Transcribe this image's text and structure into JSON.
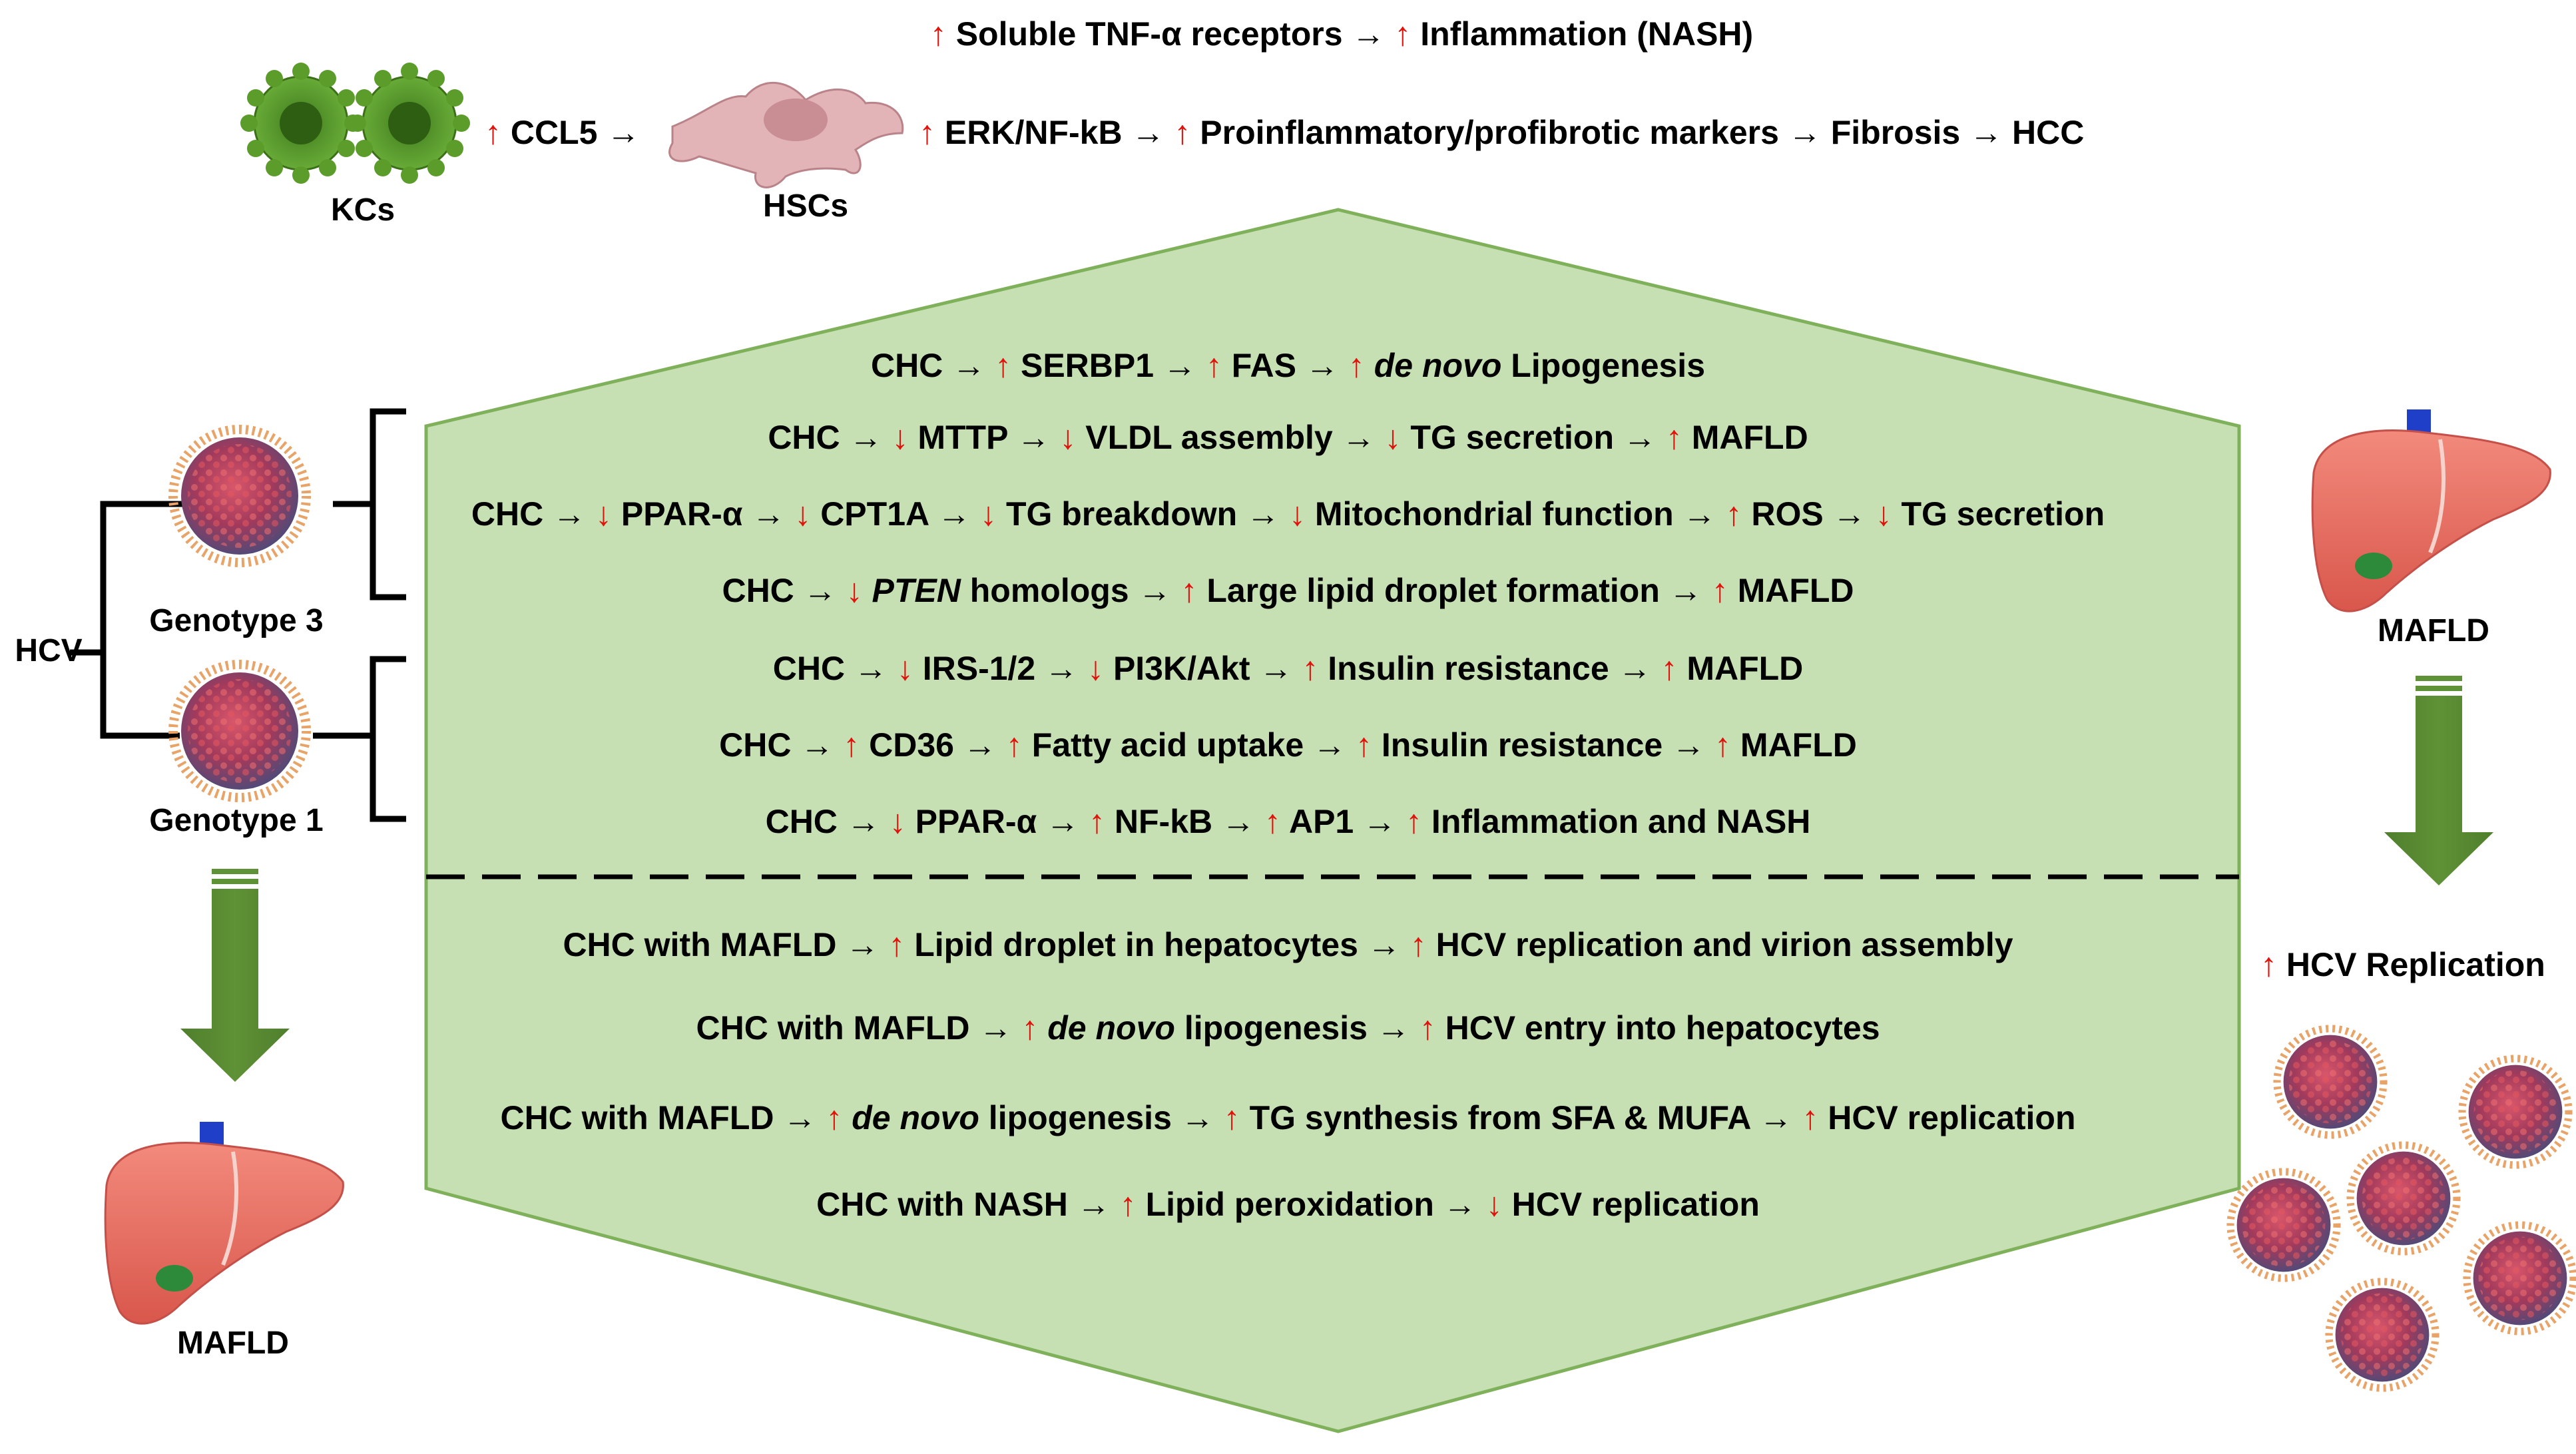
{
  "symbols": {
    "up": "↑",
    "down": "↓",
    "arrow": "→"
  },
  "colors": {
    "hexagon_fill": "#c6e0b4",
    "hexagon_stroke": "#7fb05a",
    "red_arrow": "#e0120c",
    "green_arrow": "#548235",
    "cell_green": "#5b9c2a",
    "hsc_pink": "#e2b4b8",
    "liver": "#e87467"
  },
  "icons": [
    "kupffer-cell-icon",
    "stellate-cell-icon",
    "virus-icon",
    "liver-icon",
    "down-arrow-icon"
  ],
  "top": {
    "row1": [
      {
        "t": "up",
        "v": "↑"
      },
      {
        "t": "text",
        "v": " Soluble TNF-α receptors "
      },
      {
        "t": "arrow",
        "v": "→"
      },
      {
        "t": "text",
        "v": " "
      },
      {
        "t": "up",
        "v": "↑"
      },
      {
        "t": "text",
        "v": " Inflammation (NASH)"
      }
    ],
    "ccl5": [
      {
        "t": "up",
        "v": "↑"
      },
      {
        "t": "text",
        "v": " CCL5 "
      },
      {
        "t": "arrow",
        "v": "→"
      }
    ],
    "row2": [
      {
        "t": "up",
        "v": "↑"
      },
      {
        "t": "text",
        "v": " ERK/NF-kB "
      },
      {
        "t": "arrow",
        "v": "→"
      },
      {
        "t": "text",
        "v": " "
      },
      {
        "t": "up",
        "v": "↑"
      },
      {
        "t": "text",
        "v": " Proinflammatory/profibrotic markers "
      },
      {
        "t": "arrow",
        "v": "→"
      },
      {
        "t": "text",
        "v": " Fibrosis "
      },
      {
        "t": "arrow",
        "v": "→"
      },
      {
        "t": "text",
        "v": " HCC"
      }
    ],
    "kcs_label": "KCs",
    "hscs_label": "HSCs"
  },
  "left": {
    "hcv_label": "HCV",
    "genotype3_label": "Genotype 3",
    "genotype1_label": "Genotype 1",
    "mafld_label": "MAFLD"
  },
  "right": {
    "mafld_label": "MAFLD",
    "replication": [
      {
        "t": "up",
        "v": "↑"
      },
      {
        "t": "text",
        "v": " HCV Replication"
      }
    ]
  },
  "hexagon": {
    "upper": [
      [
        {
          "t": "text",
          "v": "CHC "
        },
        {
          "t": "arrow",
          "v": "→"
        },
        {
          "t": "text",
          "v": " "
        },
        {
          "t": "up",
          "v": "↑"
        },
        {
          "t": "text",
          "v": " SERBP1 "
        },
        {
          "t": "arrow",
          "v": "→"
        },
        {
          "t": "text",
          "v": " "
        },
        {
          "t": "up",
          "v": "↑"
        },
        {
          "t": "text",
          "v": " FAS "
        },
        {
          "t": "arrow",
          "v": "→"
        },
        {
          "t": "text",
          "v": " "
        },
        {
          "t": "up",
          "v": "↑"
        },
        {
          "t": "text",
          "v": " "
        },
        {
          "t": "italic",
          "v": "de novo"
        },
        {
          "t": "text",
          "v": " Lipogenesis"
        }
      ],
      [
        {
          "t": "text",
          "v": "CHC "
        },
        {
          "t": "arrow",
          "v": "→"
        },
        {
          "t": "text",
          "v": " "
        },
        {
          "t": "down",
          "v": "↓"
        },
        {
          "t": "text",
          "v": " MTTP "
        },
        {
          "t": "arrow",
          "v": "→"
        },
        {
          "t": "text",
          "v": " "
        },
        {
          "t": "down",
          "v": "↓"
        },
        {
          "t": "text",
          "v": " VLDL assembly "
        },
        {
          "t": "arrow",
          "v": "→"
        },
        {
          "t": "text",
          "v": " "
        },
        {
          "t": "down",
          "v": "↓"
        },
        {
          "t": "text",
          "v": " TG secretion "
        },
        {
          "t": "arrow",
          "v": "→"
        },
        {
          "t": "text",
          "v": " "
        },
        {
          "t": "up",
          "v": "↑"
        },
        {
          "t": "text",
          "v": " MAFLD"
        }
      ],
      [
        {
          "t": "text",
          "v": "CHC "
        },
        {
          "t": "arrow",
          "v": "→"
        },
        {
          "t": "text",
          "v": " "
        },
        {
          "t": "down",
          "v": "↓"
        },
        {
          "t": "text",
          "v": " PPAR-α "
        },
        {
          "t": "arrow",
          "v": "→"
        },
        {
          "t": "text",
          "v": " "
        },
        {
          "t": "down",
          "v": "↓"
        },
        {
          "t": "text",
          "v": " CPT1A "
        },
        {
          "t": "arrow",
          "v": "→"
        },
        {
          "t": "text",
          "v": " "
        },
        {
          "t": "down",
          "v": "↓"
        },
        {
          "t": "text",
          "v": " TG breakdown "
        },
        {
          "t": "arrow",
          "v": "→"
        },
        {
          "t": "text",
          "v": " "
        },
        {
          "t": "down",
          "v": "↓"
        },
        {
          "t": "text",
          "v": " Mitochondrial function "
        },
        {
          "t": "arrow",
          "v": "→"
        },
        {
          "t": "text",
          "v": " "
        },
        {
          "t": "up",
          "v": "↑"
        },
        {
          "t": "text",
          "v": " ROS "
        },
        {
          "t": "arrow",
          "v": "→"
        },
        {
          "t": "text",
          "v": " "
        },
        {
          "t": "down",
          "v": "↓"
        },
        {
          "t": "text",
          "v": " TG secretion"
        }
      ],
      [
        {
          "t": "text",
          "v": "CHC "
        },
        {
          "t": "arrow",
          "v": "→"
        },
        {
          "t": "text",
          "v": " "
        },
        {
          "t": "down",
          "v": "↓"
        },
        {
          "t": "text",
          "v": " "
        },
        {
          "t": "italic",
          "v": "PTEN"
        },
        {
          "t": "text",
          "v": " homologs "
        },
        {
          "t": "arrow",
          "v": "→"
        },
        {
          "t": "text",
          "v": " "
        },
        {
          "t": "up",
          "v": "↑"
        },
        {
          "t": "text",
          "v": " Large lipid droplet formation "
        },
        {
          "t": "arrow",
          "v": "→"
        },
        {
          "t": "text",
          "v": " "
        },
        {
          "t": "up",
          "v": "↑"
        },
        {
          "t": "text",
          "v": " MAFLD"
        }
      ],
      [
        {
          "t": "text",
          "v": "CHC "
        },
        {
          "t": "arrow",
          "v": "→"
        },
        {
          "t": "text",
          "v": " "
        },
        {
          "t": "down",
          "v": "↓"
        },
        {
          "t": "text",
          "v": " IRS-1/2 "
        },
        {
          "t": "arrow",
          "v": "→"
        },
        {
          "t": "text",
          "v": " "
        },
        {
          "t": "down",
          "v": "↓"
        },
        {
          "t": "text",
          "v": " PI3K/Akt "
        },
        {
          "t": "arrow",
          "v": "→"
        },
        {
          "t": "text",
          "v": " "
        },
        {
          "t": "up",
          "v": "↑"
        },
        {
          "t": "text",
          "v": " Insulin resistance "
        },
        {
          "t": "arrow",
          "v": "→"
        },
        {
          "t": "text",
          "v": " "
        },
        {
          "t": "up",
          "v": "↑"
        },
        {
          "t": "text",
          "v": " MAFLD"
        }
      ],
      [
        {
          "t": "text",
          "v": "CHC "
        },
        {
          "t": "arrow",
          "v": "→"
        },
        {
          "t": "text",
          "v": " "
        },
        {
          "t": "up",
          "v": "↑"
        },
        {
          "t": "text",
          "v": " CD36 "
        },
        {
          "t": "arrow",
          "v": "→"
        },
        {
          "t": "text",
          "v": " "
        },
        {
          "t": "up",
          "v": "↑"
        },
        {
          "t": "text",
          "v": " Fatty acid uptake "
        },
        {
          "t": "arrow",
          "v": "→"
        },
        {
          "t": "text",
          "v": " "
        },
        {
          "t": "up",
          "v": "↑"
        },
        {
          "t": "text",
          "v": " Insulin resistance "
        },
        {
          "t": "arrow",
          "v": "→"
        },
        {
          "t": "text",
          "v": " "
        },
        {
          "t": "up",
          "v": "↑"
        },
        {
          "t": "text",
          "v": " MAFLD"
        }
      ],
      [
        {
          "t": "text",
          "v": "CHC "
        },
        {
          "t": "arrow",
          "v": "→"
        },
        {
          "t": "text",
          "v": " "
        },
        {
          "t": "down",
          "v": "↓"
        },
        {
          "t": "text",
          "v": " PPAR-α "
        },
        {
          "t": "arrow",
          "v": "→"
        },
        {
          "t": "text",
          "v": " "
        },
        {
          "t": "up",
          "v": "↑"
        },
        {
          "t": "text",
          "v": " NF-kB "
        },
        {
          "t": "arrow",
          "v": "→"
        },
        {
          "t": "text",
          "v": " "
        },
        {
          "t": "up",
          "v": "↑"
        },
        {
          "t": "text",
          "v": " AP1 "
        },
        {
          "t": "arrow",
          "v": "→"
        },
        {
          "t": "text",
          "v": " "
        },
        {
          "t": "up",
          "v": "↑"
        },
        {
          "t": "text",
          "v": " Inflammation and NASH"
        }
      ]
    ],
    "lower": [
      [
        {
          "t": "text",
          "v": "CHC with MAFLD "
        },
        {
          "t": "arrow",
          "v": "→"
        },
        {
          "t": "text",
          "v": " "
        },
        {
          "t": "up",
          "v": "↑"
        },
        {
          "t": "text",
          "v": " Lipid droplet in hepatocytes "
        },
        {
          "t": "arrow",
          "v": "→"
        },
        {
          "t": "text",
          "v": " "
        },
        {
          "t": "up",
          "v": "↑"
        },
        {
          "t": "text",
          "v": " HCV replication and virion assembly"
        }
      ],
      [
        {
          "t": "text",
          "v": "CHC with MAFLD "
        },
        {
          "t": "arrow",
          "v": "→"
        },
        {
          "t": "text",
          "v": " "
        },
        {
          "t": "up",
          "v": "↑"
        },
        {
          "t": "text",
          "v": " "
        },
        {
          "t": "italic",
          "v": "de novo"
        },
        {
          "t": "text",
          "v": " lipogenesis "
        },
        {
          "t": "arrow",
          "v": "→"
        },
        {
          "t": "text",
          "v": " "
        },
        {
          "t": "up",
          "v": "↑"
        },
        {
          "t": "text",
          "v": " HCV entry into hepatocytes"
        }
      ],
      [
        {
          "t": "text",
          "v": "CHC with MAFLD "
        },
        {
          "t": "arrow",
          "v": "→"
        },
        {
          "t": "text",
          "v": " "
        },
        {
          "t": "up",
          "v": "↑"
        },
        {
          "t": "text",
          "v": " "
        },
        {
          "t": "italic",
          "v": "de novo"
        },
        {
          "t": "text",
          "v": " lipogenesis "
        },
        {
          "t": "arrow",
          "v": "→"
        },
        {
          "t": "text",
          "v": " "
        },
        {
          "t": "up",
          "v": "↑"
        },
        {
          "t": "text",
          "v": " TG synthesis from SFA & MUFA "
        },
        {
          "t": "arrow",
          "v": "→"
        },
        {
          "t": "text",
          "v": " "
        },
        {
          "t": "up",
          "v": "↑"
        },
        {
          "t": "text",
          "v": " HCV replication"
        }
      ],
      [
        {
          "t": "text",
          "v": "CHC with NASH "
        },
        {
          "t": "arrow",
          "v": "→"
        },
        {
          "t": "text",
          "v": " "
        },
        {
          "t": "up",
          "v": "↑"
        },
        {
          "t": "text",
          "v": " Lipid peroxidation "
        },
        {
          "t": "arrow",
          "v": "→"
        },
        {
          "t": "text",
          "v": " "
        },
        {
          "t": "down",
          "v": "↓"
        },
        {
          "t": "text",
          "v": " HCV replication"
        }
      ]
    ]
  }
}
